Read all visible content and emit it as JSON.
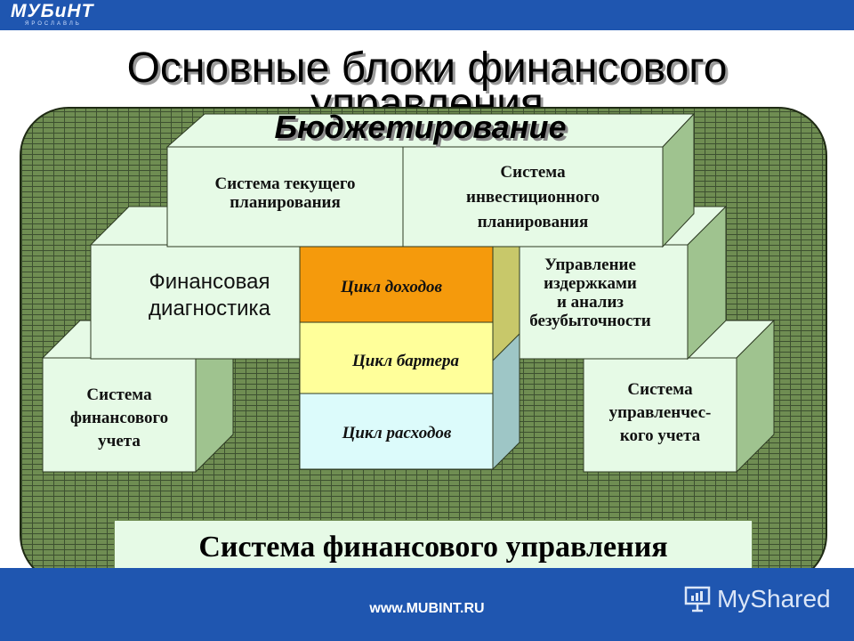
{
  "logo": {
    "text": "МУБиНТ",
    "subtext": "ЯРОСЛАВЛЬ"
  },
  "title": {
    "line1": "Основные блоки финансового",
    "line2": "управления"
  },
  "budgeting": "Бюджетирование",
  "blocks": {
    "current_planning": [
      "Система текущего",
      "планирования"
    ],
    "investment_planning": [
      "Система",
      "инвестиционного",
      "планирования"
    ],
    "fin_diagnostics": [
      "Финансовая",
      "диагностика"
    ],
    "cost_management": [
      "Управление",
      "издержками",
      "и анализ",
      "безубыточности"
    ],
    "fin_accounting": [
      "Система",
      "финансового",
      "учета"
    ],
    "mgmt_accounting": [
      "Система",
      "управленчес-",
      "кого учета"
    ],
    "income_cycle": "Цикл доходов",
    "barter_cycle": "Цикл бартера",
    "expense_cycle": "Цикл расходов"
  },
  "system_label": "Система финансового управления",
  "footer": {
    "url": "www.MUBINT.RU",
    "brand": "MyShared"
  },
  "colors": {
    "header_blue": "#1f56b0",
    "brick_green": "#6f8d52",
    "block_front": "#e6fae6",
    "block_side": "#9fc38f",
    "income_orange": "#f59a0c",
    "barter_yellow": "#ffff9a",
    "expense_cyan": "#dcfbfb"
  }
}
